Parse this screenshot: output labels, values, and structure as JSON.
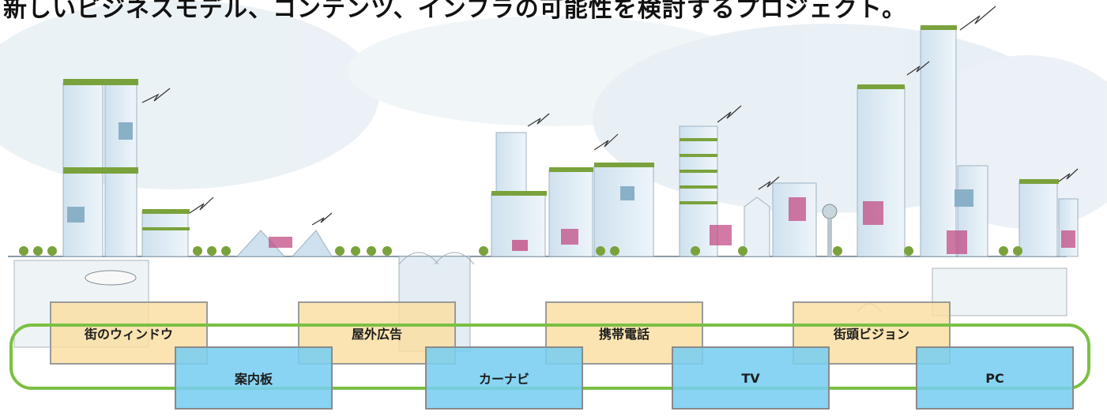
{
  "headline": "新しいビジネスモデル、コンテンツ、インフラの可能性を検討するプロジェクト。",
  "media_top": [
    "街のウィンドウ",
    "屋外広告",
    "携帯電話",
    "街頭ビジョン"
  ],
  "media_bottom": [
    "案内板",
    "カーナビ",
    "TV",
    "PC"
  ],
  "colors": {
    "ring": "#7bc043",
    "top_box": "#fadea0",
    "bottom_box": "#78cef0",
    "sky_wash": "#dfeaf2",
    "building_glass": "#d6e6f2",
    "greenery": "#7aa23c",
    "signage": "#c1427e"
  }
}
